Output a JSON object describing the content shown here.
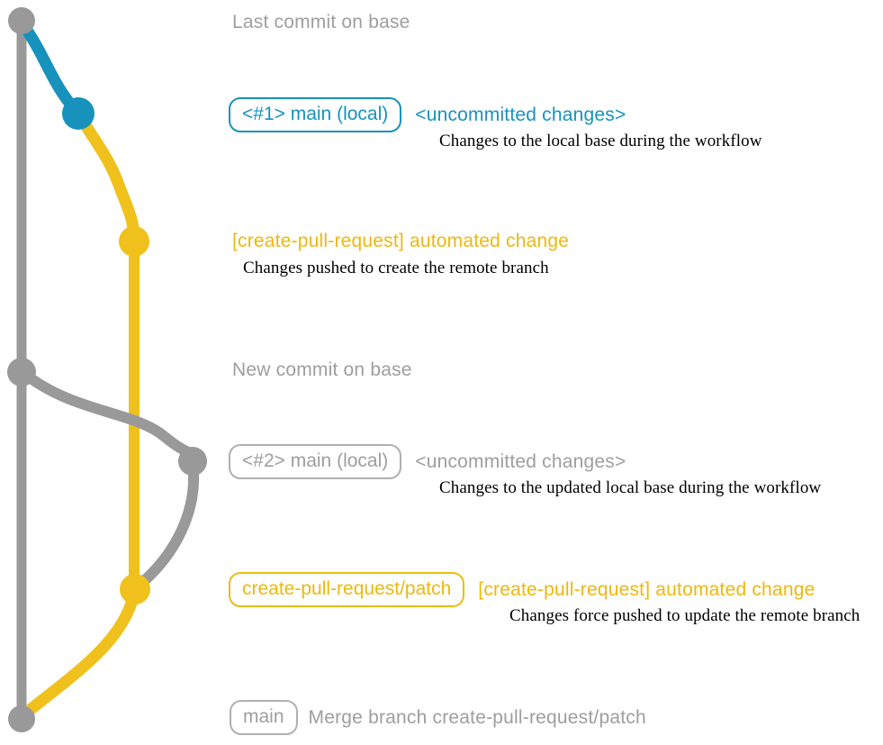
{
  "colors": {
    "gray_line": "#999999",
    "gray_text": "#9e9e9e",
    "blue": "#1792bd",
    "yellow_line": "#f0c11d",
    "yellow_text": "#efb70e",
    "desc_text": "#000000",
    "badge_gray_border": "#b0b0b0"
  },
  "graph": {
    "commit_nodes": [
      {
        "name": "last-commit-on-base",
        "color": "gray"
      },
      {
        "name": "main-local-1",
        "color": "blue"
      },
      {
        "name": "automated-change-1",
        "color": "yellow"
      },
      {
        "name": "new-commit-on-base",
        "color": "gray"
      },
      {
        "name": "main-local-2",
        "color": "gray"
      },
      {
        "name": "automated-change-2",
        "color": "yellow"
      },
      {
        "name": "merge-commit",
        "color": "gray"
      }
    ]
  },
  "annotations": [
    {
      "text": "Last commit on base"
    },
    {
      "badge": "<#1> main (local)",
      "title": "<uncommitted changes>",
      "description": "Changes to the local base during the workflow"
    },
    {
      "title": "[create-pull-request] automated change",
      "description": "Changes pushed to create the remote branch"
    },
    {
      "text": "New commit on base"
    },
    {
      "badge": "<#2> main (local)",
      "title": "<uncommitted changes>",
      "description": "Changes to the updated local base during the workflow"
    },
    {
      "badge": "create-pull-request/patch",
      "title": "[create-pull-request] automated change",
      "description": "Changes force pushed to update the remote branch"
    },
    {
      "badge": "main",
      "title": "Merge branch create-pull-request/patch"
    }
  ]
}
